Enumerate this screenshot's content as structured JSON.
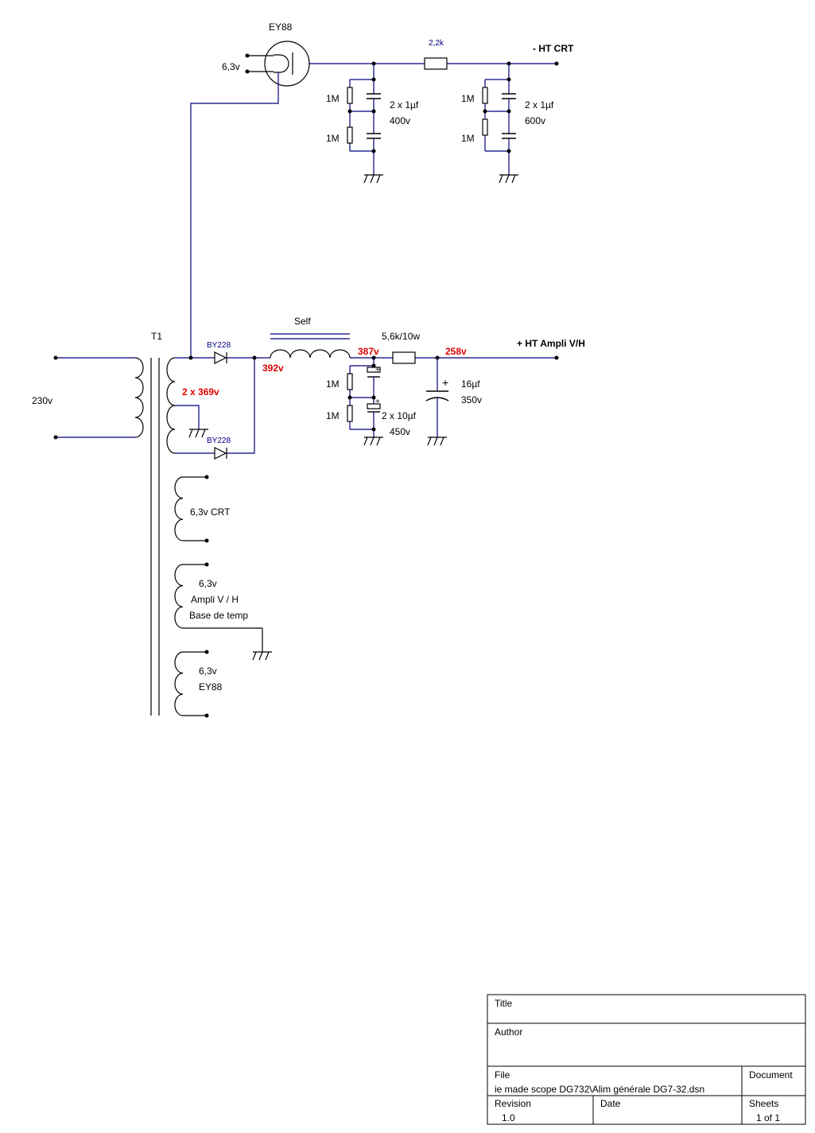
{
  "labels": {
    "ey88_tube": "EY88",
    "heater_ey88": "6,3v",
    "r_2k2": "2,2k",
    "ht_crt": "- HT CRT",
    "r1m_a": "1M",
    "r1m_b": "1M",
    "r1m_c": "1M",
    "r1m_d": "1M",
    "cap1_value": "2 x 1µf",
    "cap1_voltage": "400v",
    "cap2_value": "2 x 1µf",
    "cap2_voltage": "600v",
    "self": "Self",
    "r_5k6": "5,6k/10w",
    "ht_ampli": "+ HT Ampli V/H",
    "t1": "T1",
    "diode1": "BY228",
    "diode2": "BY228",
    "v392": "392v",
    "v387": "387v",
    "v258": "258v",
    "mains": "230v",
    "hv_secondary": "2 x 369v",
    "r1m_e": "1M",
    "r1m_f": "1M",
    "cap3_value": "2 x 10µf",
    "cap3_voltage": "450v",
    "cap4_value": "16µf",
    "cap4_voltage": "350v",
    "w_crt": "6,3v CRT",
    "w_ampli_1": "6,3v",
    "w_ampli_2": "Ampli V / H",
    "w_ampli_3": "Base de temp",
    "w_ey88_1": "6,3v",
    "w_ey88_2": "EY88"
  },
  "title_block": {
    "title_label": "Title",
    "author_label": "Author",
    "file_label": "File",
    "file_value": "ie made scope DG732\\Alim générale DG7-32.dsn",
    "document_label": "Document",
    "revision_label": "Revision",
    "revision_value": "1.0",
    "date_label": "Date",
    "sheets_label": "Sheets",
    "sheets_value": "1 of 1"
  }
}
